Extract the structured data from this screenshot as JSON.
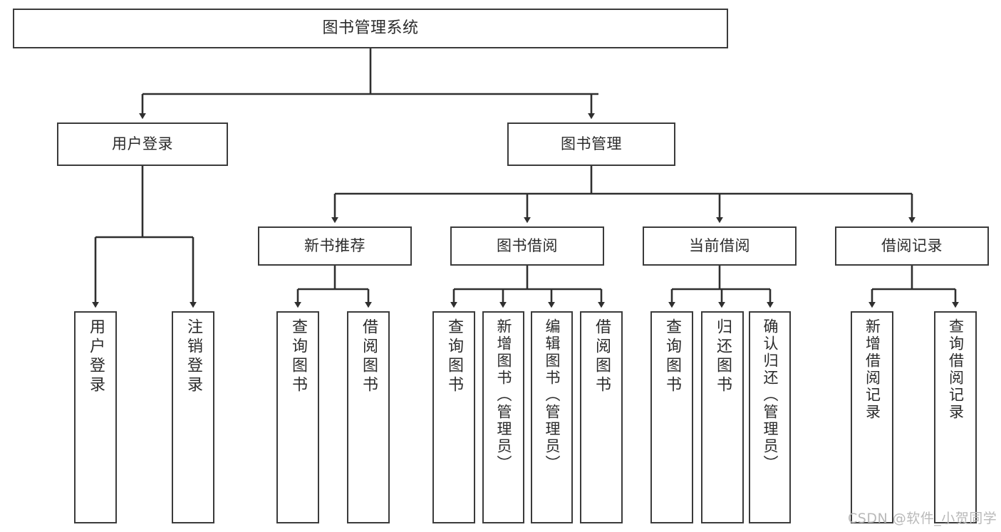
{
  "diagram": {
    "title": "图书管理系统",
    "type": "functional-structure-tree",
    "watermark": "CSDN @软件_小贺同学",
    "colors": {
      "box_border": "#3b3b3b",
      "box_fill": "#ffffff",
      "connector": "#2f2f2f",
      "text": "#2b2b2b",
      "watermark": "#b9b9b9",
      "background": "#ffffff"
    },
    "nodes": {
      "root": {
        "label": "图书管理系统"
      },
      "level2": [
        {
          "id": "user-login",
          "label": "用户登录"
        },
        {
          "id": "book-management",
          "label": "图书管理"
        }
      ],
      "level3": [
        {
          "id": "new-book-recommend",
          "label": "新书推荐"
        },
        {
          "id": "book-borrow",
          "label": "图书借阅"
        },
        {
          "id": "current-borrow",
          "label": "当前借阅"
        },
        {
          "id": "borrow-record",
          "label": "借阅记录"
        }
      ],
      "leaves": {
        "user-login": [
          {
            "id": "leaf-user-login",
            "label": "用户登录"
          },
          {
            "id": "leaf-logout-login",
            "label": "注销登录"
          }
        ],
        "new-book-recommend": [
          {
            "id": "leaf-query-book-1",
            "label": "查询图书"
          },
          {
            "id": "leaf-borrow-book-1",
            "label": "借阅图书"
          }
        ],
        "book-borrow": [
          {
            "id": "leaf-query-book-2",
            "label": "查询图书"
          },
          {
            "id": "leaf-add-book",
            "label": "新增图书（管理员）"
          },
          {
            "id": "leaf-edit-book",
            "label": "编辑图书（管理员）"
          },
          {
            "id": "leaf-borrow-book-2",
            "label": "借阅图书"
          }
        ],
        "current-borrow": [
          {
            "id": "leaf-query-book-3",
            "label": "查询图书"
          },
          {
            "id": "leaf-return-book",
            "label": "归还图书"
          },
          {
            "id": "leaf-confirm-return",
            "label": "确认归还（管理员）"
          }
        ],
        "borrow-record": [
          {
            "id": "leaf-add-record",
            "label": "新增借阅记录"
          },
          {
            "id": "leaf-query-record",
            "label": "查询借阅记录"
          }
        ]
      }
    }
  }
}
